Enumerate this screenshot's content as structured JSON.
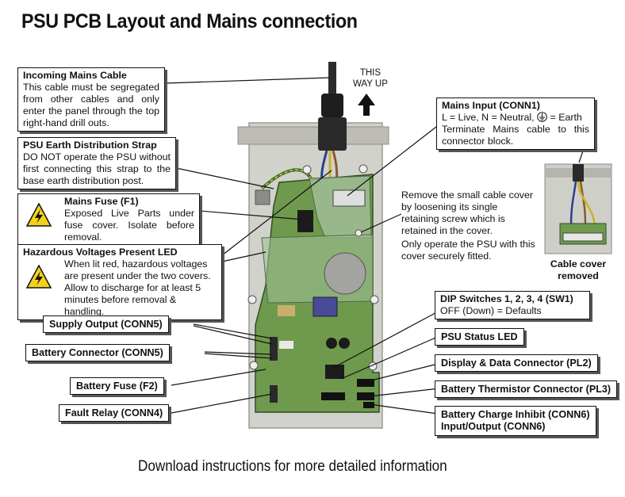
{
  "title": "PSU PCB Layout and Mains connection",
  "footer": "Download instructions for more detailed information",
  "up_label": [
    "THIS",
    "WAY UP"
  ],
  "cover_caption": [
    "Cable cover",
    "removed"
  ],
  "callouts": {
    "incoming": {
      "heading": "Incoming Mains Cable",
      "text": "This cable must be segregated from other cables and only enter the panel through the top right-hand drill outs."
    },
    "earth_strap": {
      "heading": "PSU Earth Distribution Strap",
      "text": "DO NOT operate the PSU without first connecting this strap to the base earth distribution post."
    },
    "fuse": {
      "heading": "Mains Fuse (F1)",
      "text": "Exposed Live Parts under fuse cover. Isolate before removal."
    },
    "hazard": {
      "heading": "Hazardous Voltages Present LED",
      "text": "When lit red, hazardous voltages are present under the two covers. Allow to discharge for at least 5 minutes before removal & handling."
    },
    "mains_input": {
      "heading": "Mains Input (CONN1)",
      "line1": "L = Live, N = Neutral,",
      "line1b": "= Earth",
      "text": "Terminate Mains cable to this connector block."
    },
    "cable_cover": {
      "text1": "Remove the small cable cover by loosening its single retaining screw which is retained in the cover.",
      "text2": "Only operate the PSU with this cover securely fitted."
    },
    "dip": {
      "heading": "DIP Switches 1, 2, 3, 4 (SW1)",
      "text": "OFF (Down) = Defaults"
    }
  },
  "labels": {
    "supply_output": "Supply Output (CONN5)",
    "battery_connector": "Battery Connector (CONN5)",
    "battery_fuse": "Battery Fuse (F2)",
    "fault_relay": "Fault Relay (CONN4)",
    "psu_status": "PSU Status LED",
    "display_data": "Display & Data Connector (PL2)",
    "thermistor": "Battery Thermistor Connector (PL3)",
    "charge_inhibit": [
      "Battery Charge Inhibit (CONN6)",
      "Input/Output (CONN6)"
    ]
  },
  "colors": {
    "pcb": "#6f9a4e",
    "pcb_dark": "#3f6a2e",
    "enclosure": "#cfcfc9",
    "warning": "#f5d21a"
  },
  "icons": {
    "warning": "warning-triangle-icon",
    "earth": "earth-symbol-icon",
    "arrow": "up-arrow-icon"
  }
}
